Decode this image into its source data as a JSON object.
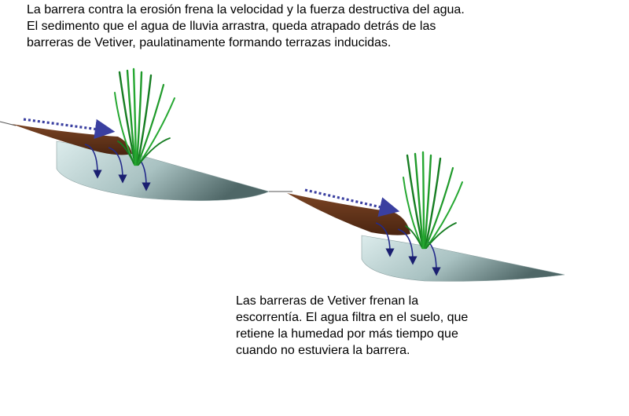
{
  "captions": {
    "top": [
      "La barrera contra la erosión frena la velocidad y la fuerza destructiva del agua.",
      "El sedimento que el agua de lluvia arrastra, queda atrapado detrás de las",
      "barreras de Vetiver, paulatinamente formando terrazas inducidas."
    ],
    "bottom": [
      "Las barreras de Vetiver frenan la",
      "escorrentía. El agua filtra en el suelo, que",
      "retiene la humedad por más tiempo que",
      "cuando no estuviera la barrera."
    ]
  },
  "colors": {
    "sediment": "#6b3a1f",
    "sediment_dark": "#4a2410",
    "soil_light": "#d9eaea",
    "soil_dark": "#566e6e",
    "grass": "#1f9a2a",
    "grass_dark": "#0f6b18",
    "runoff_arrow": "#3a3fa0",
    "infiltration_arrow": "#232a8a"
  }
}
